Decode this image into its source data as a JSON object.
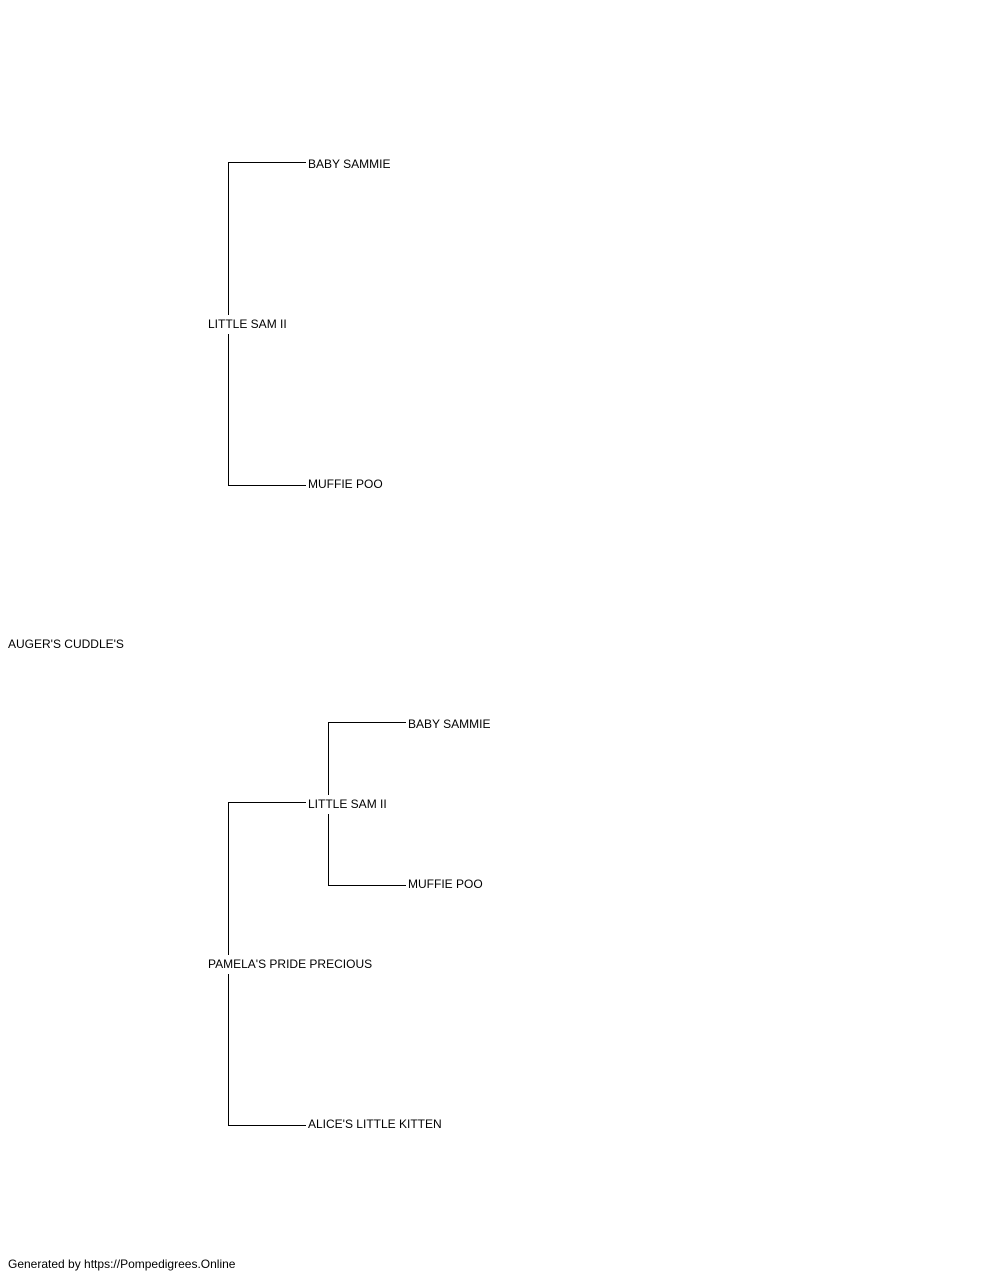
{
  "pedigree": {
    "subject": "AUGER'S CUDDLE'S",
    "sire": {
      "name": "LITTLE SAM II",
      "sire": {
        "name": "BABY SAMMIE"
      },
      "dam": {
        "name": "MUFFIE POO"
      }
    },
    "dam": {
      "name": "PAMELA'S PRIDE PRECIOUS",
      "sire": {
        "name": "LITTLE SAM II",
        "sire": {
          "name": "BABY SAMMIE"
        },
        "dam": {
          "name": "MUFFIE POO"
        }
      },
      "dam": {
        "name": "ALICE'S LITTLE KITTEN"
      }
    }
  },
  "footer": "Generated by https://Pompedigrees.Online"
}
